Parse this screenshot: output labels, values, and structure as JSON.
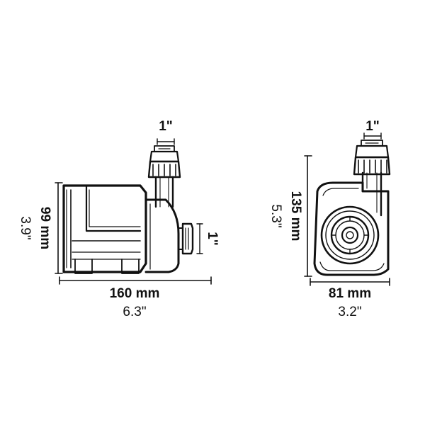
{
  "side_view": {
    "width_label_mm": "160 mm",
    "width_label_in": "6.3\"",
    "height_label_mm": "99 mm",
    "height_label_in": "3.9\"",
    "outlet_label": "1\"",
    "inlet_label": "1\""
  },
  "front_view": {
    "width_label_mm": "81 mm",
    "width_label_in": "3.2\"",
    "height_label_mm": "135 mm",
    "height_label_in": "5.3\"",
    "outlet_label": "1\""
  },
  "colors": {
    "line": "#111111",
    "background": "#ffffff"
  }
}
